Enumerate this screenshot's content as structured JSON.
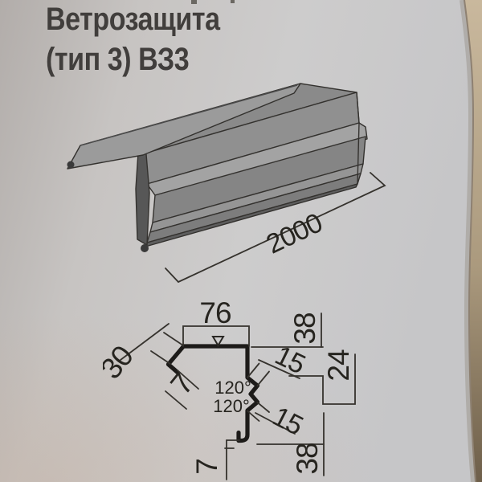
{
  "page": {
    "title_line1": "Ветрозащита",
    "title_line2": "(тип 3) ВЗ3",
    "iso_view": {
      "length_label": "2000"
    },
    "section_view": {
      "top_width": "76",
      "flange_length": "30",
      "flange_hem": "7",
      "right_upper": "38",
      "rib_upper": "15",
      "middle_height": "24",
      "angle_upper": "120°",
      "angle_lower": "120°",
      "rib_lower": "15",
      "right_lower": "38",
      "bottom_hem": "7"
    },
    "colors": {
      "paper": "#c8c6c5",
      "table_edge": "#b99f7e",
      "profile_gray": "#8d8d8d",
      "ink": "#26241f"
    }
  }
}
